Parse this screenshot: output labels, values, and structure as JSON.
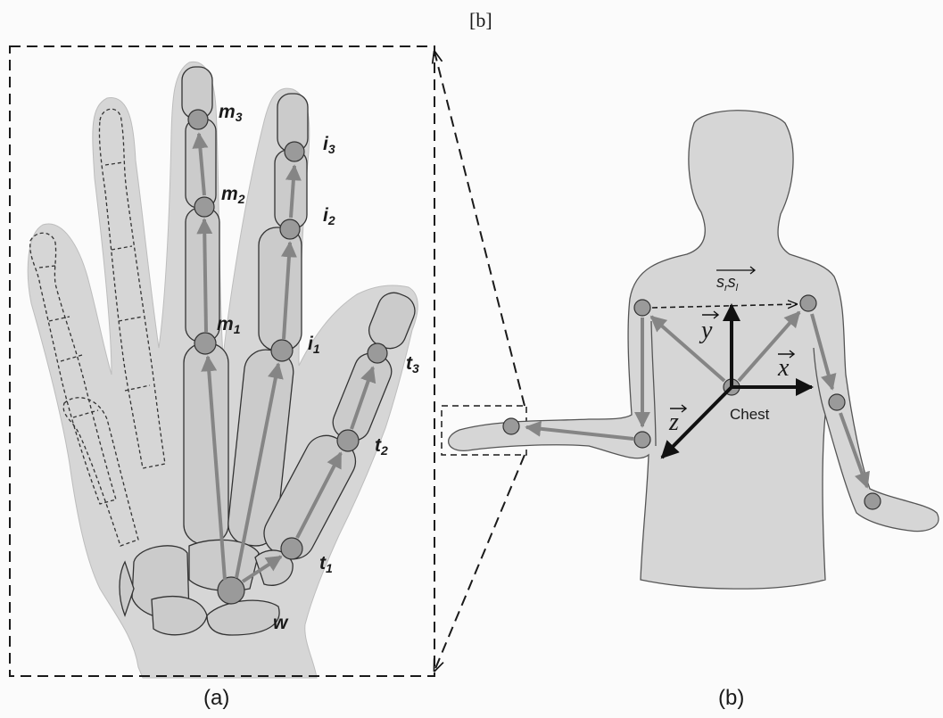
{
  "header_label": "[b]",
  "captions": {
    "a": "(a)",
    "b": "(b)"
  },
  "hand_labels": {
    "m3": {
      "base": "m",
      "sub": "3"
    },
    "m2": {
      "base": "m",
      "sub": "2"
    },
    "m1": {
      "base": "m",
      "sub": "1"
    },
    "i3": {
      "base": "i",
      "sub": "3"
    },
    "i2": {
      "base": "i",
      "sub": "2"
    },
    "i1": {
      "base": "i",
      "sub": "1"
    },
    "t3": {
      "base": "t",
      "sub": "3"
    },
    "t2": {
      "base": "t",
      "sub": "2"
    },
    "t1": {
      "base": "t",
      "sub": "1"
    },
    "w": {
      "base": "w",
      "sub": ""
    }
  },
  "body_labels": {
    "chest": "Chest",
    "x": "x",
    "y": "y",
    "z": "z",
    "srsl": {
      "s1": "s",
      "r": "r",
      "s2": "s",
      "l": "l"
    }
  },
  "colors": {
    "skin": "#d6d6d6",
    "bone": "#cbcbcb",
    "joint": "#9a9a9a",
    "arrow": "#858585",
    "ink": "#1a1a1a"
  }
}
